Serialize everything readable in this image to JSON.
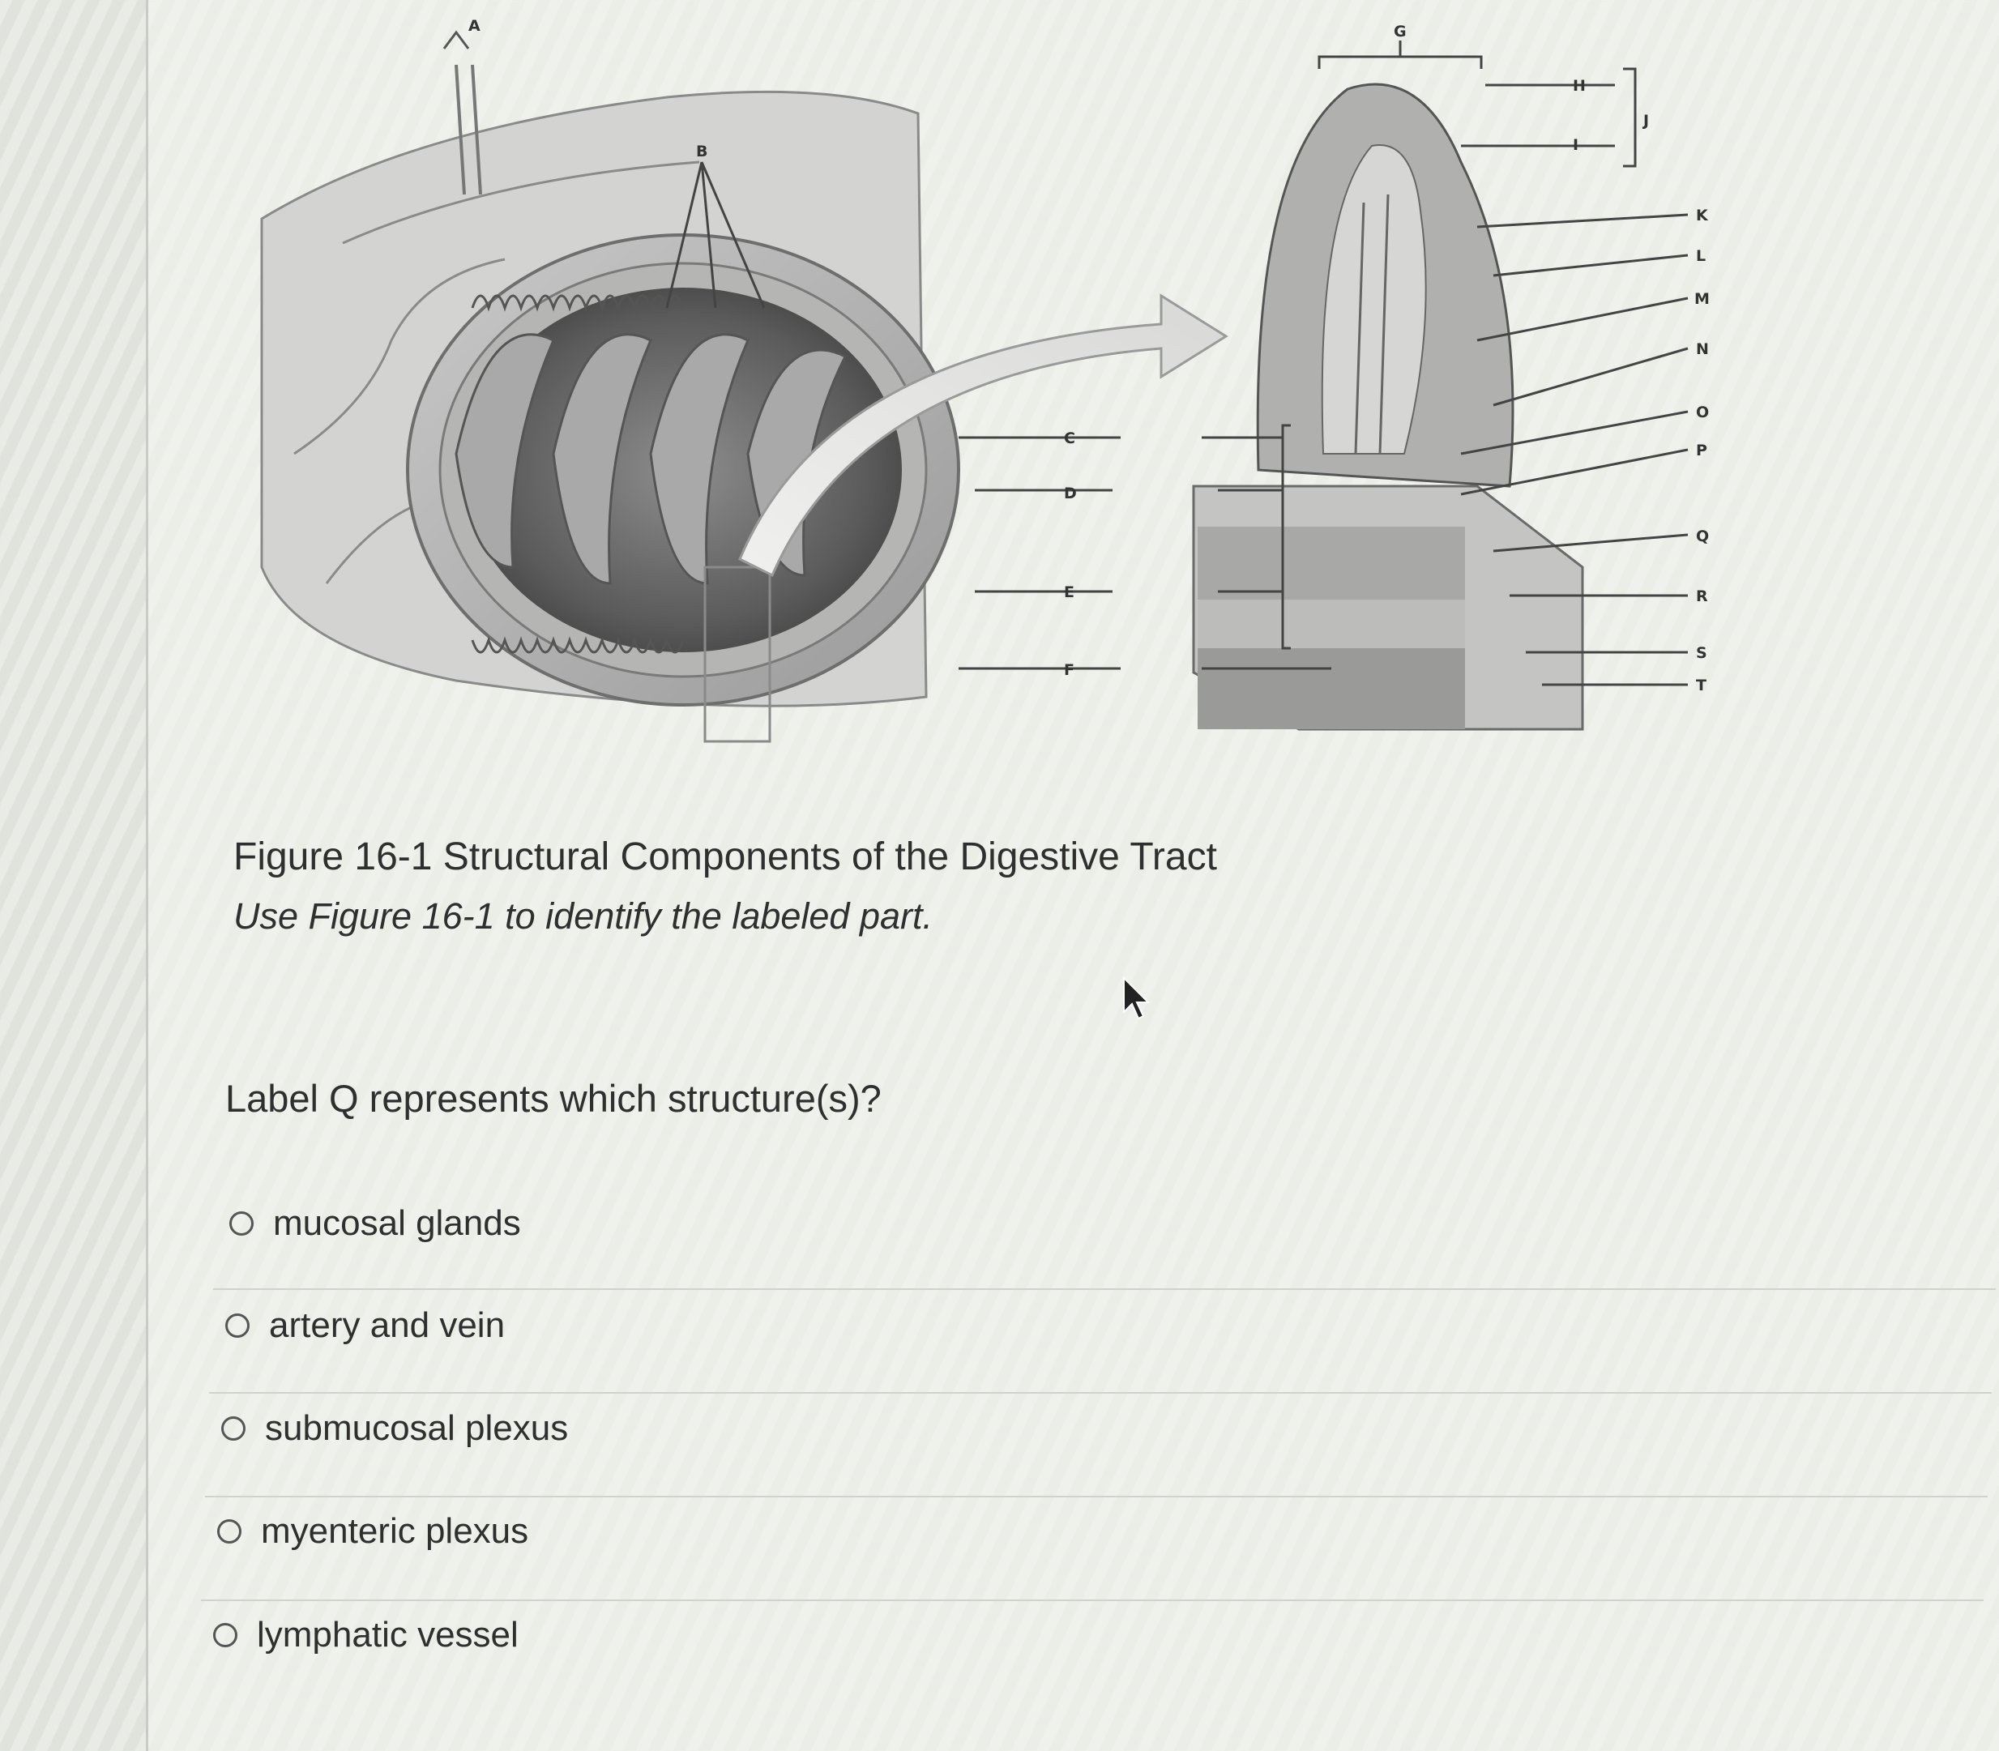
{
  "figure": {
    "labels": {
      "A": "A",
      "B": "B",
      "C": "C",
      "D": "D",
      "E": "E",
      "F": "F",
      "G": "G",
      "H": "H",
      "I": "I",
      "J": "J",
      "K": "K",
      "L": "L",
      "M": "M",
      "N": "N",
      "O": "O",
      "P": "P",
      "Q": "Q",
      "R": "R",
      "S": "S",
      "T": "T"
    }
  },
  "caption": "Figure 16-1 Structural Components of the Digestive Tract",
  "instruction": "Use Figure 16-1 to identify the labeled part.",
  "question": "Label Q represents which structure(s)?",
  "options": [
    {
      "label": "mucosal glands"
    },
    {
      "label": "artery and vein"
    },
    {
      "label": "submucosal plexus"
    },
    {
      "label": "myenteric plexus"
    },
    {
      "label": "lymphatic vessel"
    }
  ]
}
